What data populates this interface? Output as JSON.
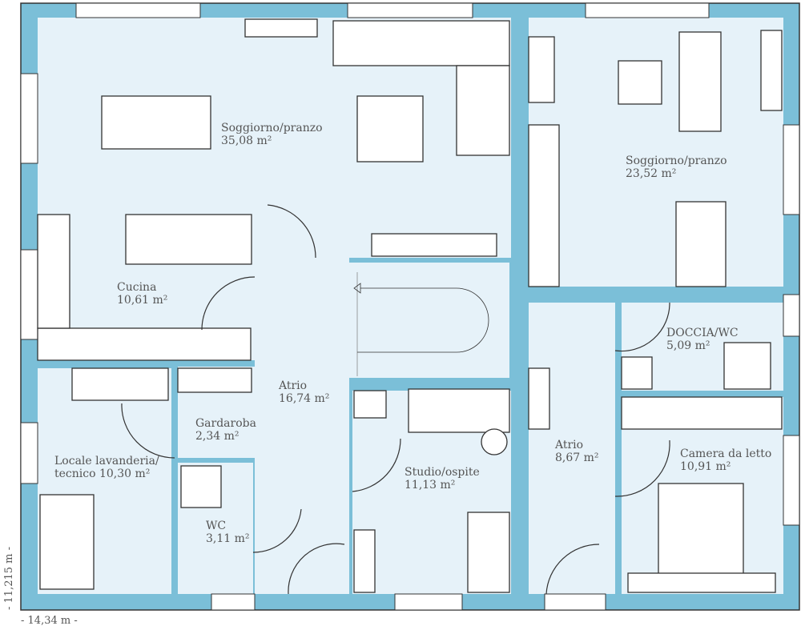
{
  "rooms": [
    {
      "name": "Soggiorno/pranzo",
      "area": "35,08 m²"
    },
    {
      "name": "Cucina",
      "area": "10,61 m²"
    },
    {
      "name": "Atrio",
      "area": "16,74 m²"
    },
    {
      "name": "Gardaroba",
      "area": "2,34 m²"
    },
    {
      "name": "Locale lavanderia/",
      "area": "tecnico 10,30 m²"
    },
    {
      "name": "WC",
      "area": "3,11 m²"
    },
    {
      "name": "Studio/ospite",
      "area": "11,13 m²"
    },
    {
      "name": "Soggiorno/pranzo",
      "area": "23,52 m²"
    },
    {
      "name": "DOCCIA/WC",
      "area": "5,09 m²"
    },
    {
      "name": "Atrio",
      "area": "8,67 m²"
    },
    {
      "name": "Camera da letto",
      "area": "10,91 m²"
    }
  ],
  "dimensions": {
    "width": "- 14,34 m -",
    "height": "- 11,215 m -"
  },
  "colors": {
    "wall": "#7bbfd8",
    "floor": "#e6f2f9",
    "line": "#333333"
  }
}
